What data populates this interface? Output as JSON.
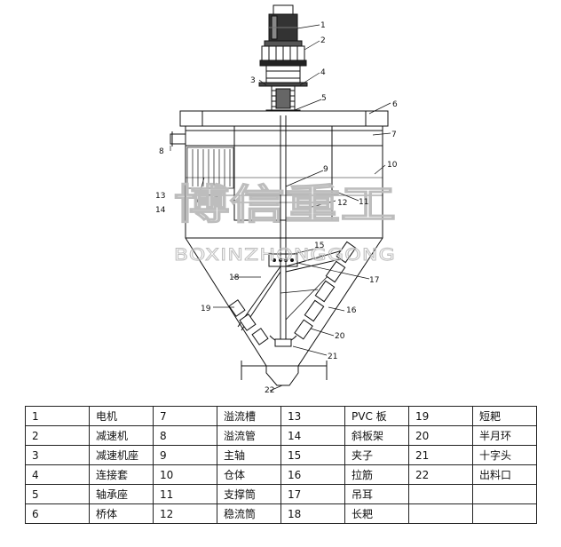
{
  "watermark": {
    "cn": "博信重工",
    "en": "BOXINZHONGGONG"
  },
  "callouts": [
    "1",
    "2",
    "3",
    "4",
    "5",
    "6",
    "7",
    "8",
    "9",
    "10",
    "11",
    "12",
    "13",
    "14",
    "15",
    "16",
    "17",
    "18",
    "19",
    "20",
    "21",
    "22"
  ],
  "parts_table": {
    "rows": [
      [
        [
          "1",
          "电机"
        ],
        [
          "7",
          "溢流槽"
        ],
        [
          "13",
          "PVC 板"
        ],
        [
          "19",
          "短耙"
        ]
      ],
      [
        [
          "2",
          "减速机"
        ],
        [
          "8",
          "溢流管"
        ],
        [
          "14",
          "斜板架"
        ],
        [
          "20",
          "半月环"
        ]
      ],
      [
        [
          "3",
          "减速机座"
        ],
        [
          "9",
          "主轴"
        ],
        [
          "15",
          "夹子"
        ],
        [
          "21",
          "十字头"
        ]
      ],
      [
        [
          "4",
          "连接套"
        ],
        [
          "10",
          "仓体"
        ],
        [
          "16",
          "拉筋"
        ],
        [
          "22",
          "出料口"
        ]
      ],
      [
        [
          "5",
          "轴承座"
        ],
        [
          "11",
          "支撑筒"
        ],
        [
          "17",
          "吊耳"
        ],
        [
          "",
          ""
        ]
      ],
      [
        [
          "6",
          "桥体"
        ],
        [
          "12",
          "稳流筒"
        ],
        [
          "18",
          "长耙"
        ],
        [
          "",
          ""
        ]
      ]
    ]
  }
}
